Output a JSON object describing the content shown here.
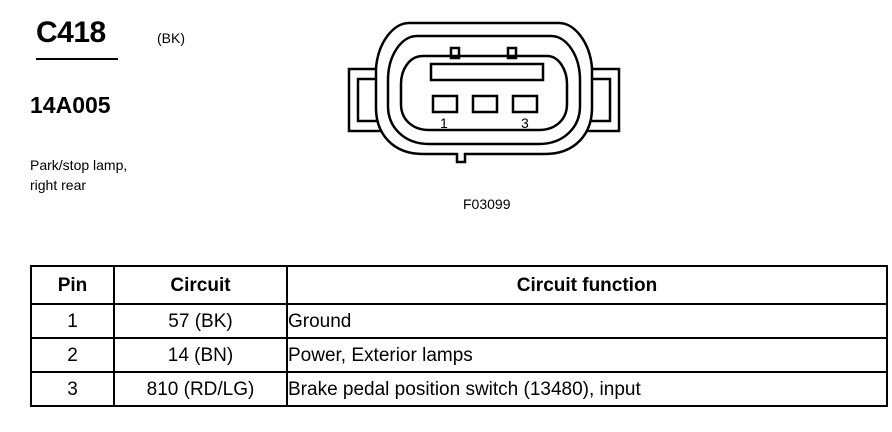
{
  "connector": {
    "id": "C418",
    "color": "(BK)",
    "part_number": "14A005",
    "description_lines": [
      "Park/stop lamp,",
      "right rear"
    ]
  },
  "figure": {
    "code": "F03099",
    "pin_labels": [
      "1",
      "3"
    ]
  },
  "table": {
    "headers": {
      "pin": "Pin",
      "circuit": "Circuit",
      "function": "Circuit function"
    },
    "rows": [
      {
        "pin": "1",
        "circuit": "57 (BK)",
        "function": "Ground"
      },
      {
        "pin": "2",
        "circuit": "14 (BN)",
        "function": "Power, Exterior lamps"
      },
      {
        "pin": "3",
        "circuit": "810 (RD/LG)",
        "function": "Brake pedal position switch (13480), input"
      }
    ]
  }
}
